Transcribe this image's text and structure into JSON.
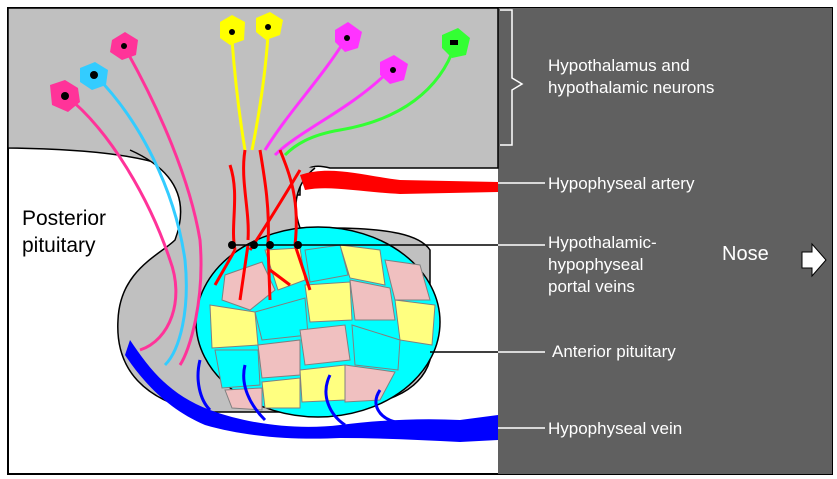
{
  "labels": {
    "hypothalamus": [
      "Hypothalamus and",
      "hypothalamic neurons"
    ],
    "artery": "Hypophyseal artery",
    "portal": [
      "Hypothalamic-",
      "hypophyseal",
      "portal veins"
    ],
    "nose": "Nose",
    "anterior": "Anterior pituitary",
    "vein": "Hypophyseal vein",
    "posterior": [
      "Posterior",
      "pituitary"
    ]
  },
  "colors": {
    "hypothalamus_fill": "#c0c0c0",
    "panel": "#606060",
    "artery": "#ff0000",
    "vein": "#0000ff",
    "cyan_cell": "#00ffff",
    "yellow_cell": "#ffff80",
    "pink_cell": "#f0c0c0",
    "neuron_yellow": "#ffff00",
    "neuron_magenta": "#ff33ff",
    "neuron_pink": "#ff3399",
    "neuron_green": "#33ff33",
    "neuron_sky": "#33ccff"
  }
}
